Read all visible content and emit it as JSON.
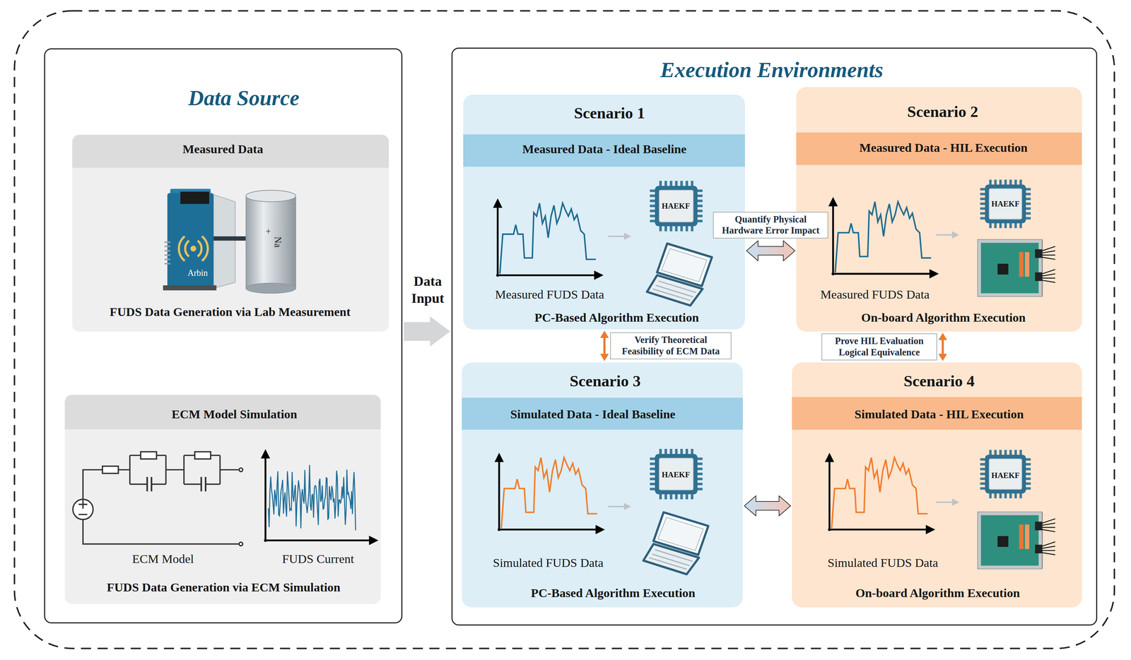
{
  "diagram": {
    "nodes": [
      {
        "text": [
          "Data Source"
        ]
      },
      {
        "text": [
          "Measured Data",
          "FUDS Data Generation via Lab Measurement"
        ],
        "in": 0
      },
      {
        "text": [
          "ECM Model Simulation",
          "FUDS Data Generation via ECM Simulation"
        ],
        "in": 0
      },
      {
        "text": [
          "Execution Environments"
        ]
      },
      {
        "text": [
          "Scenario 1",
          "Measured Data - Ideal Baseline",
          "Measured FUDS Data",
          "PC-Based Algorithm Execution"
        ],
        "in": 3
      },
      {
        "text": [
          "HAEKF"
        ],
        "in": 4
      },
      {
        "text": [
          "Scenario 2",
          "Measured Data - HIL Execution",
          "Measured FUDS Data",
          "On-board Algorithm Execution"
        ],
        "in": 3
      },
      {
        "text": [
          "HAEKF"
        ],
        "in": 6
      },
      {
        "text": [
          "Scenario 3",
          "Simulated Data - Ideal Baseline",
          "Simulated FUDS Data",
          "PC-Based Algorithm Execution"
        ],
        "in": 3
      },
      {
        "text": [
          "HAEKF"
        ],
        "in": 8
      },
      {
        "text": [
          "Scenario 4",
          "Simulated Data - HIL Execution",
          "Simulated FUDS Data",
          "On-board Algorithm Execution"
        ],
        "in": 3
      },
      {
        "text": [
          "HAEKF"
        ],
        "in": 10
      }
    ],
    "edges": [
      {
        "from": 0,
        "to": 3,
        "arrow": "to",
        "label": "Data Input"
      },
      {
        "from": 4,
        "to": 6,
        "arrow": "both",
        "label": "Quantify Physical Hardware Error Impact"
      },
      {
        "from": 4,
        "to": 8,
        "arrow": "both",
        "label": "Verify Theoretical Feasibility of ECM Data"
      },
      {
        "from": 6,
        "to": 10,
        "arrow": "both",
        "label": "Prove HIL Evaluation Logical Equivalence"
      },
      {
        "from": 8,
        "to": 10,
        "arrow": "both"
      }
    ],
    "labels": [
      "Arbin",
      "+",
      "Na",
      "ECM Model",
      "FUDS Current"
    ]
  }
}
